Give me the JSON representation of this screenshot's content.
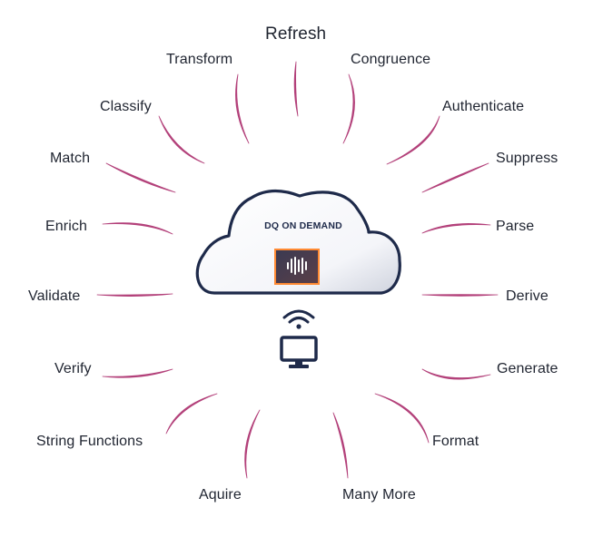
{
  "center": {
    "brand_label": "DQ ON DEMAND",
    "logo_icon": "waveform-icon",
    "wifi_icon": "wifi-icon",
    "device_icon": "monitor-icon"
  },
  "colors": {
    "ray": "#b3417a",
    "cloud_outline": "#1e2a4a",
    "logo_bg": "#ff8a33",
    "text": "#1f2430"
  },
  "services": [
    "Refresh",
    "Congruence",
    "Authenticate",
    "Suppress",
    "Parse",
    "Derive",
    "Generate",
    "Format",
    "Many More",
    "Aquire",
    "String Functions",
    "Verify",
    "Validate",
    "Enrich",
    "Match",
    "Classify",
    "Transform"
  ]
}
